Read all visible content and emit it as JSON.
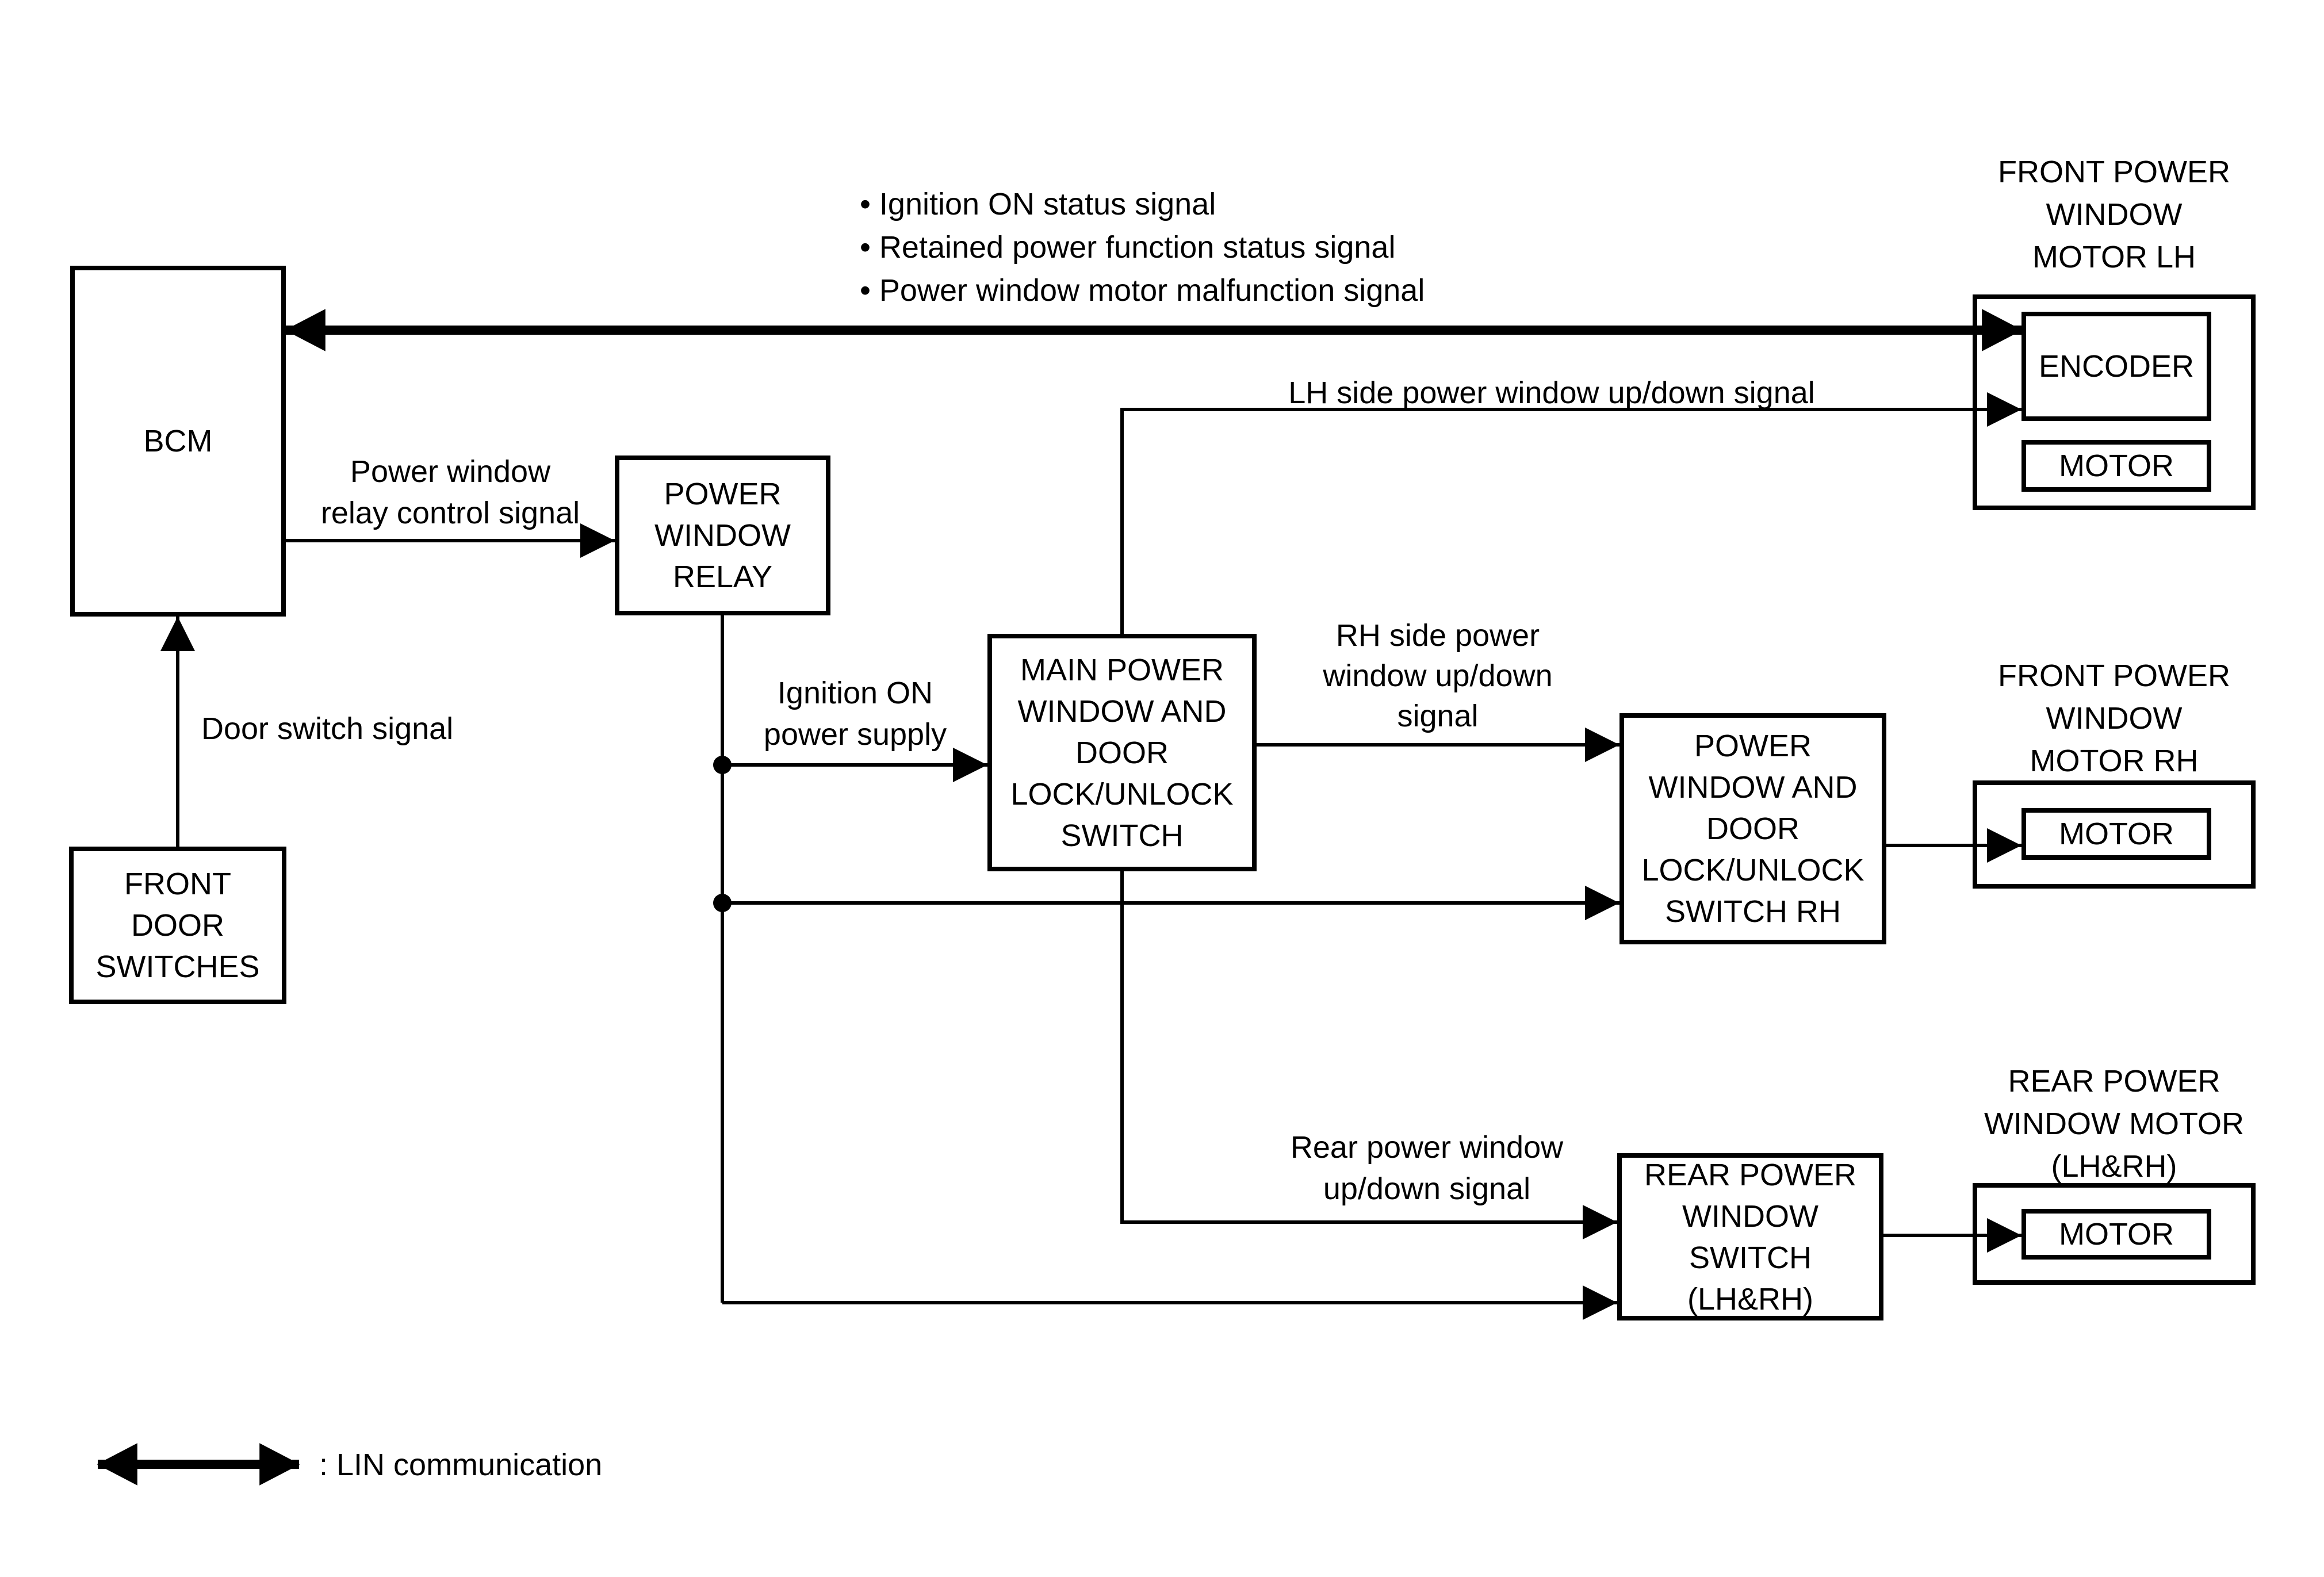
{
  "colors": {
    "ink": "#000000",
    "background": "#ffffff"
  },
  "nodes": {
    "bcm": {
      "label": "BCM"
    },
    "front_door_switches": {
      "label": "FRONT\nDOOR\nSWITCHES"
    },
    "power_window_relay": {
      "label": "POWER\nWINDOW\nRELAY"
    },
    "main_switch": {
      "label": "MAIN POWER\nWINDOW AND\nDOOR\nLOCK/UNLOCK\nSWITCH"
    },
    "switch_rh": {
      "label": "POWER\nWINDOW AND\nDOOR\nLOCK/UNLOCK\nSWITCH RH"
    },
    "rear_switch": {
      "label": "REAR POWER\nWINDOW\nSWITCH\n(LH&RH)"
    },
    "encoder": {
      "label": "ENCODER"
    },
    "motor_lh": {
      "label": "MOTOR"
    },
    "motor_rh": {
      "label": "MOTOR"
    },
    "rear_motor": {
      "label": "MOTOR"
    }
  },
  "unit_labels": {
    "front_motor_lh": "FRONT POWER\nWINDOW\nMOTOR LH",
    "front_motor_rh": "FRONT POWER\nWINDOW\nMOTOR RH",
    "rear_motor": "REAR POWER\nWINDOW MOTOR\n(LH&RH)"
  },
  "signals": {
    "lin_bullets": [
      "• Ignition ON status signal",
      "• Retained power function status signal",
      "• Power window motor malfunction signal"
    ],
    "lh_updown": "LH side power window up/down signal",
    "relay_control": "Power window\nrelay control signal",
    "door_switch": "Door switch signal",
    "ignition_supply": "Ignition ON\npower supply",
    "rh_updown": "RH side power\nwindow up/down\nsignal",
    "rear_updown": "Rear power window\nup/down signal"
  },
  "legend": {
    "lin": ": LIN communication"
  },
  "edges": [
    {
      "from": "FRONT POWER WINDOW MOTOR LH (ENCODER)",
      "to": "BCM",
      "type": "LIN communication",
      "signals": [
        "Ignition ON status signal",
        "Retained power function status signal",
        "Power window motor malfunction signal"
      ]
    },
    {
      "from": "FRONT DOOR SWITCHES",
      "to": "BCM",
      "type": "signal",
      "signal": "Door switch signal"
    },
    {
      "from": "BCM",
      "to": "POWER WINDOW RELAY",
      "type": "signal",
      "signal": "Power window relay control signal"
    },
    {
      "from": "POWER WINDOW RELAY",
      "to": "MAIN POWER WINDOW AND DOOR LOCK/UNLOCK SWITCH",
      "type": "power",
      "signal": "Ignition ON power supply"
    },
    {
      "from": "POWER WINDOW RELAY",
      "to": "POWER WINDOW AND DOOR LOCK/UNLOCK SWITCH RH",
      "type": "power",
      "signal": "Ignition ON power supply"
    },
    {
      "from": "POWER WINDOW RELAY",
      "to": "REAR POWER WINDOW SWITCH (LH&RH)",
      "type": "power",
      "signal": "Ignition ON power supply"
    },
    {
      "from": "MAIN POWER WINDOW AND DOOR LOCK/UNLOCK SWITCH",
      "to": "FRONT POWER WINDOW MOTOR LH (ENCODER)",
      "type": "signal",
      "signal": "LH side power window up/down signal"
    },
    {
      "from": "MAIN POWER WINDOW AND DOOR LOCK/UNLOCK SWITCH",
      "to": "POWER WINDOW AND DOOR LOCK/UNLOCK SWITCH RH",
      "type": "signal",
      "signal": "RH side power window up/down signal"
    },
    {
      "from": "MAIN POWER WINDOW AND DOOR LOCK/UNLOCK SWITCH",
      "to": "REAR POWER WINDOW SWITCH (LH&RH)",
      "type": "signal",
      "signal": "Rear power window up/down signal"
    },
    {
      "from": "POWER WINDOW AND DOOR LOCK/UNLOCK SWITCH RH",
      "to": "FRONT POWER WINDOW MOTOR RH (MOTOR)",
      "type": "signal"
    },
    {
      "from": "REAR POWER WINDOW SWITCH (LH&RH)",
      "to": "REAR POWER WINDOW MOTOR (LH&RH) (MOTOR)",
      "type": "signal"
    }
  ]
}
